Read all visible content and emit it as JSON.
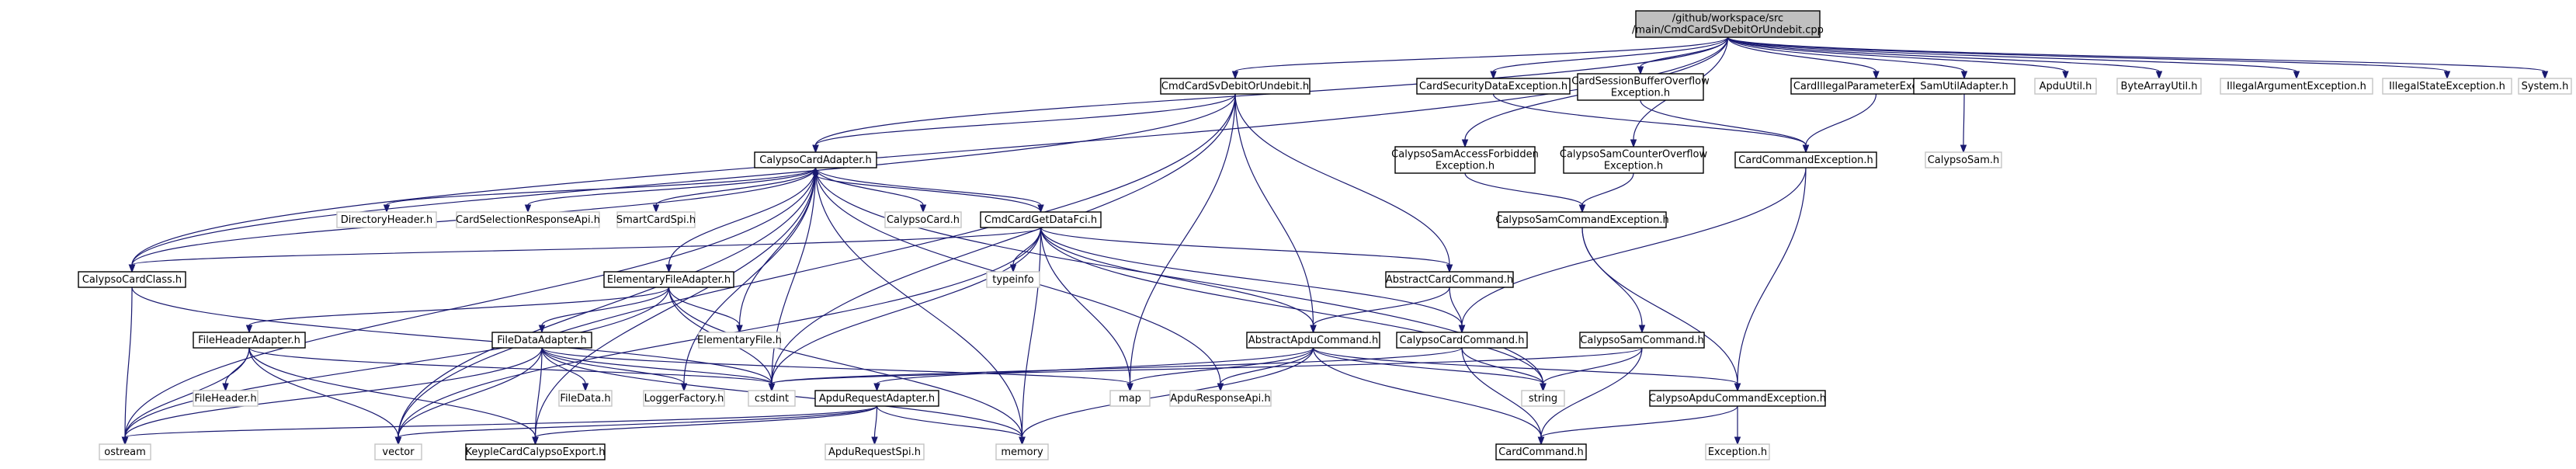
{
  "diagram": {
    "nodes": [
      {
        "id": "root",
        "lines": [
          "/github/workspace/src",
          "/main/CmdCardSvDebitOrUndebit.cpp"
        ],
        "root": true
      },
      {
        "id": "cmdSvDebitH",
        "lines": [
          "CmdCardSvDebitOrUndebit.h"
        ]
      },
      {
        "id": "cardSecData",
        "lines": [
          "CardSecurityDataException.h"
        ]
      },
      {
        "id": "cardSessBuf",
        "lines": [
          "CardSessionBufferOverflow",
          "Exception.h"
        ]
      },
      {
        "id": "cardIllegalParam",
        "lines": [
          "CardIllegalParameterException.h"
        ]
      },
      {
        "id": "samUtilAdapter",
        "lines": [
          "SamUtilAdapter.h"
        ]
      },
      {
        "id": "apduUtil",
        "lines": [
          "ApduUtil.h"
        ],
        "gray": true
      },
      {
        "id": "byteArrayUtil",
        "lines": [
          "ByteArrayUtil.h"
        ],
        "gray": true
      },
      {
        "id": "illegalArg",
        "lines": [
          "IllegalArgumentException.h"
        ],
        "gray": true
      },
      {
        "id": "illegalState",
        "lines": [
          "IllegalStateException.h"
        ],
        "gray": true
      },
      {
        "id": "systemH",
        "lines": [
          "System.h"
        ],
        "gray": true
      },
      {
        "id": "calypsoCardAdapter",
        "lines": [
          "CalypsoCardAdapter.h"
        ]
      },
      {
        "id": "samAccessForbidden",
        "lines": [
          "CalypsoSamAccessForbidden",
          "Exception.h"
        ]
      },
      {
        "id": "samCounterOverflow",
        "lines": [
          "CalypsoSamCounterOverflow",
          "Exception.h"
        ]
      },
      {
        "id": "cardCommandException",
        "lines": [
          "CardCommandException.h"
        ]
      },
      {
        "id": "calypsoSam",
        "lines": [
          "CalypsoSam.h"
        ],
        "gray": true
      },
      {
        "id": "directoryHeader",
        "lines": [
          "DirectoryHeader.h"
        ],
        "gray": true
      },
      {
        "id": "cardSelResp",
        "lines": [
          "CardSelectionResponseApi.h"
        ],
        "gray": true
      },
      {
        "id": "smartCardSpi",
        "lines": [
          "SmartCardSpi.h"
        ],
        "gray": true
      },
      {
        "id": "calypsoCard",
        "lines": [
          "CalypsoCard.h"
        ],
        "gray": true
      },
      {
        "id": "cmdCardGetDataFci",
        "lines": [
          "CmdCardGetDataFci.h"
        ]
      },
      {
        "id": "samCommandException",
        "lines": [
          "CalypsoSamCommandException.h"
        ]
      },
      {
        "id": "calypsoCardClass",
        "lines": [
          "CalypsoCardClass.h"
        ]
      },
      {
        "id": "elementaryFileAdapter",
        "lines": [
          "ElementaryFileAdapter.h"
        ]
      },
      {
        "id": "typeinfo",
        "lines": [
          "typeinfo"
        ],
        "gray": true
      },
      {
        "id": "abstractCardCommand",
        "lines": [
          "AbstractCardCommand.h"
        ]
      },
      {
        "id": "fileHeaderAdapter",
        "lines": [
          "FileHeaderAdapter.h"
        ]
      },
      {
        "id": "fileDataAdapter",
        "lines": [
          "FileDataAdapter.h"
        ]
      },
      {
        "id": "elementaryFile",
        "lines": [
          "ElementaryFile.h"
        ],
        "gray": true
      },
      {
        "id": "abstractApduCommand",
        "lines": [
          "AbstractApduCommand.h"
        ]
      },
      {
        "id": "calypsoCardCommand",
        "lines": [
          "CalypsoCardCommand.h"
        ]
      },
      {
        "id": "calypsoSamCommand",
        "lines": [
          "CalypsoSamCommand.h"
        ]
      },
      {
        "id": "fileHeader",
        "lines": [
          "FileHeader.h"
        ],
        "gray": true
      },
      {
        "id": "fileData",
        "lines": [
          "FileData.h"
        ],
        "gray": true
      },
      {
        "id": "loggerFactory",
        "lines": [
          "LoggerFactory.h"
        ],
        "gray": true
      },
      {
        "id": "cstdint",
        "lines": [
          "cstdint"
        ],
        "gray": true
      },
      {
        "id": "map",
        "lines": [
          "map"
        ],
        "gray": true
      },
      {
        "id": "apduResponseApi",
        "lines": [
          "ApduResponseApi.h"
        ],
        "gray": true
      },
      {
        "id": "string",
        "lines": [
          "string"
        ],
        "gray": true
      },
      {
        "id": "calypsoApduCmdException",
        "lines": [
          "CalypsoApduCommandException.h"
        ]
      },
      {
        "id": "apduRequestAdapter",
        "lines": [
          "ApduRequestAdapter.h"
        ]
      },
      {
        "id": "ostream",
        "lines": [
          "ostream"
        ],
        "gray": true
      },
      {
        "id": "vector",
        "lines": [
          "vector"
        ],
        "gray": true
      },
      {
        "id": "keypleExport",
        "lines": [
          "KeypleCardCalypsoExport.h"
        ]
      },
      {
        "id": "apduRequestSpi",
        "lines": [
          "ApduRequestSpi.h"
        ],
        "gray": true
      },
      {
        "id": "memory",
        "lines": [
          "memory"
        ],
        "gray": true
      },
      {
        "id": "cardCommand",
        "lines": [
          "CardCommand.h"
        ]
      },
      {
        "id": "exceptionH",
        "lines": [
          "Exception.h"
        ],
        "gray": true
      }
    ],
    "edges": [
      [
        "root",
        "cmdSvDebitH"
      ],
      [
        "root",
        "cardSecData"
      ],
      [
        "root",
        "cardSessBuf"
      ],
      [
        "root",
        "cardIllegalParam"
      ],
      [
        "root",
        "samUtilAdapter"
      ],
      [
        "root",
        "apduUtil"
      ],
      [
        "root",
        "byteArrayUtil"
      ],
      [
        "root",
        "illegalArg"
      ],
      [
        "root",
        "illegalState"
      ],
      [
        "root",
        "systemH"
      ],
      [
        "root",
        "calypsoCardAdapter"
      ],
      [
        "root",
        "samAccessForbidden"
      ],
      [
        "root",
        "samCounterOverflow"
      ],
      [
        "root",
        "calypsoCardClass"
      ],
      [
        "cmdSvDebitH",
        "calypsoCardAdapter"
      ],
      [
        "cmdSvDebitH",
        "calypsoCardClass"
      ],
      [
        "cmdSvDebitH",
        "abstractCardCommand"
      ],
      [
        "cmdSvDebitH",
        "abstractApduCommand"
      ],
      [
        "cmdSvDebitH",
        "map"
      ],
      [
        "cmdSvDebitH",
        "cstdint"
      ],
      [
        "cmdSvDebitH",
        "vector"
      ],
      [
        "cardSecData",
        "cardCommandException"
      ],
      [
        "cardSessBuf",
        "cardCommandException"
      ],
      [
        "cardIllegalParam",
        "cardCommandException"
      ],
      [
        "samUtilAdapter",
        "calypsoSam"
      ],
      [
        "cardCommandException",
        "calypsoCardCommand"
      ],
      [
        "cardCommandException",
        "calypsoApduCmdException"
      ],
      [
        "samAccessForbidden",
        "samCommandException"
      ],
      [
        "samCounterOverflow",
        "samCommandException"
      ],
      [
        "samCommandException",
        "calypsoSamCommand"
      ],
      [
        "samCommandException",
        "calypsoApduCmdException"
      ],
      [
        "calypsoCardAdapter",
        "directoryHeader"
      ],
      [
        "calypsoCardAdapter",
        "cardSelResp"
      ],
      [
        "calypsoCardAdapter",
        "smartCardSpi"
      ],
      [
        "calypsoCardAdapter",
        "calypsoCard"
      ],
      [
        "calypsoCardAdapter",
        "cmdCardGetDataFci"
      ],
      [
        "calypsoCardAdapter",
        "calypsoCardClass"
      ],
      [
        "calypsoCardAdapter",
        "elementaryFileAdapter"
      ],
      [
        "calypsoCardAdapter",
        "elementaryFile"
      ],
      [
        "calypsoCardAdapter",
        "cstdint"
      ],
      [
        "calypsoCardAdapter",
        "apduResponseApi"
      ],
      [
        "calypsoCardAdapter",
        "string"
      ],
      [
        "calypsoCardAdapter",
        "memory"
      ],
      [
        "calypsoCardAdapter",
        "ostream"
      ],
      [
        "calypsoCardAdapter",
        "vector"
      ],
      [
        "calypsoCardAdapter",
        "keypleExport"
      ],
      [
        "calypsoCardAdapter",
        "loggerFactory"
      ],
      [
        "cmdCardGetDataFci",
        "calypsoCardAdapter"
      ],
      [
        "cmdCardGetDataFci",
        "typeinfo"
      ],
      [
        "cmdCardGetDataFci",
        "abstractCardCommand"
      ],
      [
        "cmdCardGetDataFci",
        "abstractApduCommand"
      ],
      [
        "cmdCardGetDataFci",
        "calypsoCardCommand"
      ],
      [
        "cmdCardGetDataFci",
        "calypsoCardClass"
      ],
      [
        "cmdCardGetDataFci",
        "map"
      ],
      [
        "cmdCardGetDataFci",
        "memory"
      ],
      [
        "cmdCardGetDataFci",
        "cstdint"
      ],
      [
        "cmdCardGetDataFci",
        "vector"
      ],
      [
        "cmdCardGetDataFci",
        "string"
      ],
      [
        "calypsoCardClass",
        "cstdint"
      ],
      [
        "calypsoCardClass",
        "ostream"
      ],
      [
        "elementaryFileAdapter",
        "fileHeaderAdapter"
      ],
      [
        "elementaryFileAdapter",
        "fileDataAdapter"
      ],
      [
        "elementaryFileAdapter",
        "elementaryFile"
      ],
      [
        "elementaryFileAdapter",
        "cstdint"
      ],
      [
        "elementaryFileAdapter",
        "memory"
      ],
      [
        "elementaryFileAdapter",
        "ostream"
      ],
      [
        "abstractCardCommand",
        "abstractApduCommand"
      ],
      [
        "abstractCardCommand",
        "calypsoCardCommand"
      ],
      [
        "fileHeaderAdapter",
        "fileHeader"
      ],
      [
        "fileHeaderAdapter",
        "cstdint"
      ],
      [
        "fileHeaderAdapter",
        "ostream"
      ],
      [
        "fileHeaderAdapter",
        "vector"
      ],
      [
        "fileHeaderAdapter",
        "keypleExport"
      ],
      [
        "fileDataAdapter",
        "fileData"
      ],
      [
        "fileDataAdapter",
        "loggerFactory"
      ],
      [
        "fileDataAdapter",
        "cstdint"
      ],
      [
        "fileDataAdapter",
        "map"
      ],
      [
        "fileDataAdapter",
        "memory"
      ],
      [
        "fileDataAdapter",
        "ostream"
      ],
      [
        "fileDataAdapter",
        "vector"
      ],
      [
        "fileDataAdapter",
        "keypleExport"
      ],
      [
        "abstractApduCommand",
        "apduRequestAdapter"
      ],
      [
        "abstractApduCommand",
        "map"
      ],
      [
        "abstractApduCommand",
        "apduResponseApi"
      ],
      [
        "abstractApduCommand",
        "string"
      ],
      [
        "abstractApduCommand",
        "calypsoApduCmdException"
      ],
      [
        "abstractApduCommand",
        "cardCommand"
      ],
      [
        "abstractApduCommand",
        "memory"
      ],
      [
        "calypsoCardCommand",
        "cardCommand"
      ],
      [
        "calypsoCardCommand",
        "string"
      ],
      [
        "calypsoCardCommand",
        "cstdint"
      ],
      [
        "calypsoSamCommand",
        "cardCommand"
      ],
      [
        "calypsoSamCommand",
        "string"
      ],
      [
        "calypsoSamCommand",
        "cstdint"
      ],
      [
        "calypsoApduCmdException",
        "cardCommand"
      ],
      [
        "calypsoApduCmdException",
        "exceptionH"
      ],
      [
        "apduRequestAdapter",
        "apduRequestSpi"
      ],
      [
        "apduRequestAdapter",
        "ostream"
      ],
      [
        "apduRequestAdapter",
        "vector"
      ],
      [
        "apduRequestAdapter",
        "memory"
      ],
      [
        "apduRequestAdapter",
        "keypleExport"
      ]
    ]
  }
}
